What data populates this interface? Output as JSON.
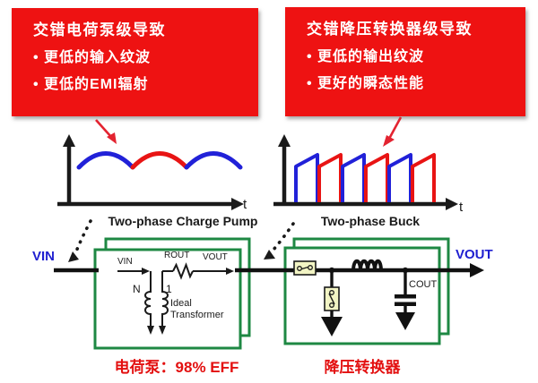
{
  "callouts": {
    "charge_pump": {
      "title": "交错电荷泵级导致",
      "bullets": [
        "• 更低的输入纹波",
        "• 更低的EMI辐射"
      ]
    },
    "buck": {
      "title": "交错降压转换器级导致",
      "bullets": [
        "• 更低的输出纹波",
        "• 更好的瞬态性能"
      ]
    }
  },
  "waveforms": {
    "left_axis_t": "t",
    "right_axis_t": "t",
    "left_label": "Two-phase Charge Pump",
    "right_label": "Two-phase Buck"
  },
  "circuit": {
    "vin_label": "VIN",
    "vout_label": "VOUT",
    "charge_pump": {
      "vin": "VIN",
      "rout": "ROUT",
      "vout": "VOUT",
      "turns_primary": "N",
      "turns_secondary": "1",
      "ideal_line1": "Ideal",
      "ideal_line2": "Transformer"
    },
    "buck": {
      "cout": "COUT"
    }
  },
  "captions": {
    "charge_pump": "电荷泵：98% EFF",
    "buck": "降压转换器"
  },
  "colors": {
    "callout_red": "#ee1212",
    "accent_red": "#e31010",
    "wave_red": "#e81414",
    "wave_blue": "#2121d8",
    "label_blue": "#1f1fd0",
    "box_green": "#1e8843",
    "ink_black": "#1a1a1a",
    "switch_fill": "#f2f4c4"
  }
}
